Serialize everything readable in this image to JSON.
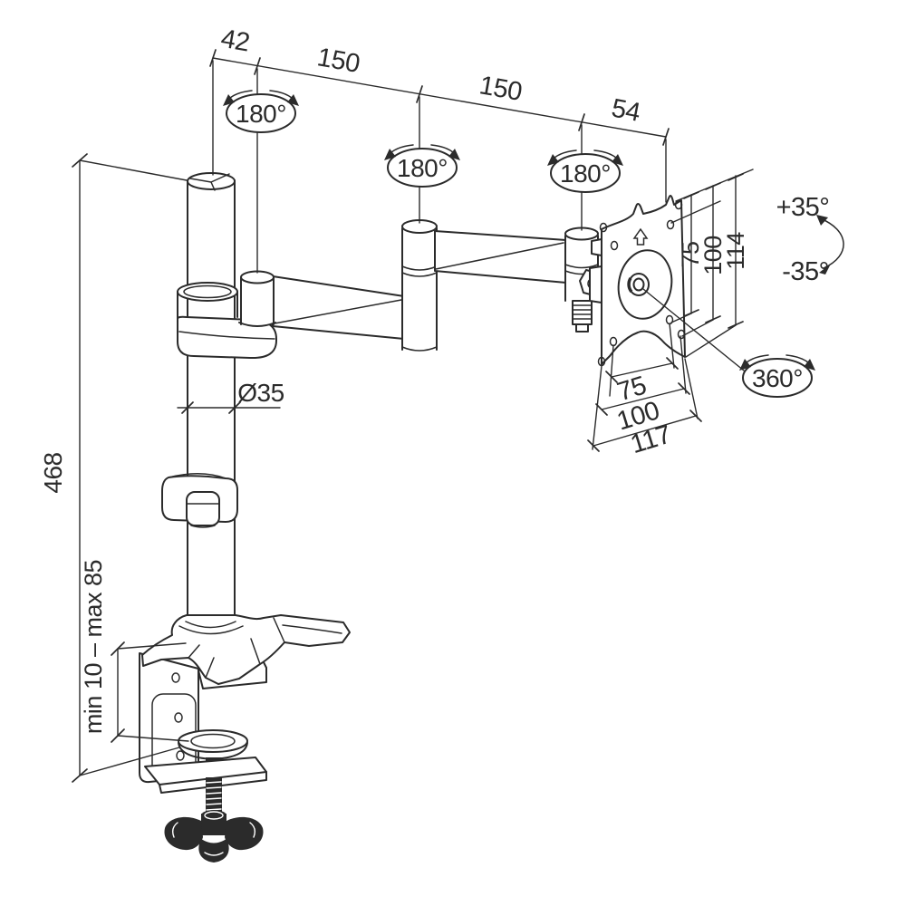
{
  "colors": {
    "ink": "#2b2b2b",
    "paper": "#ffffff"
  },
  "labels": {
    "seg_42": "42",
    "seg_150a": "150",
    "seg_150b": "150",
    "seg_54": "54",
    "swivel_base": "180°",
    "swivel_mid": "180°",
    "swivel_head": "180°",
    "rotate_vesa": "360°",
    "tilt_up": "+35°",
    "tilt_down": "-35°",
    "vesa_height_75": "75",
    "vesa_height_100": "100",
    "vesa_height_114": "114",
    "vesa_width_75": "75",
    "vesa_width_100": "100",
    "vesa_width_117": "117",
    "pole_diameter": "Ø35",
    "pole_height": "468",
    "clamp_range": "min 10 – max 85"
  }
}
